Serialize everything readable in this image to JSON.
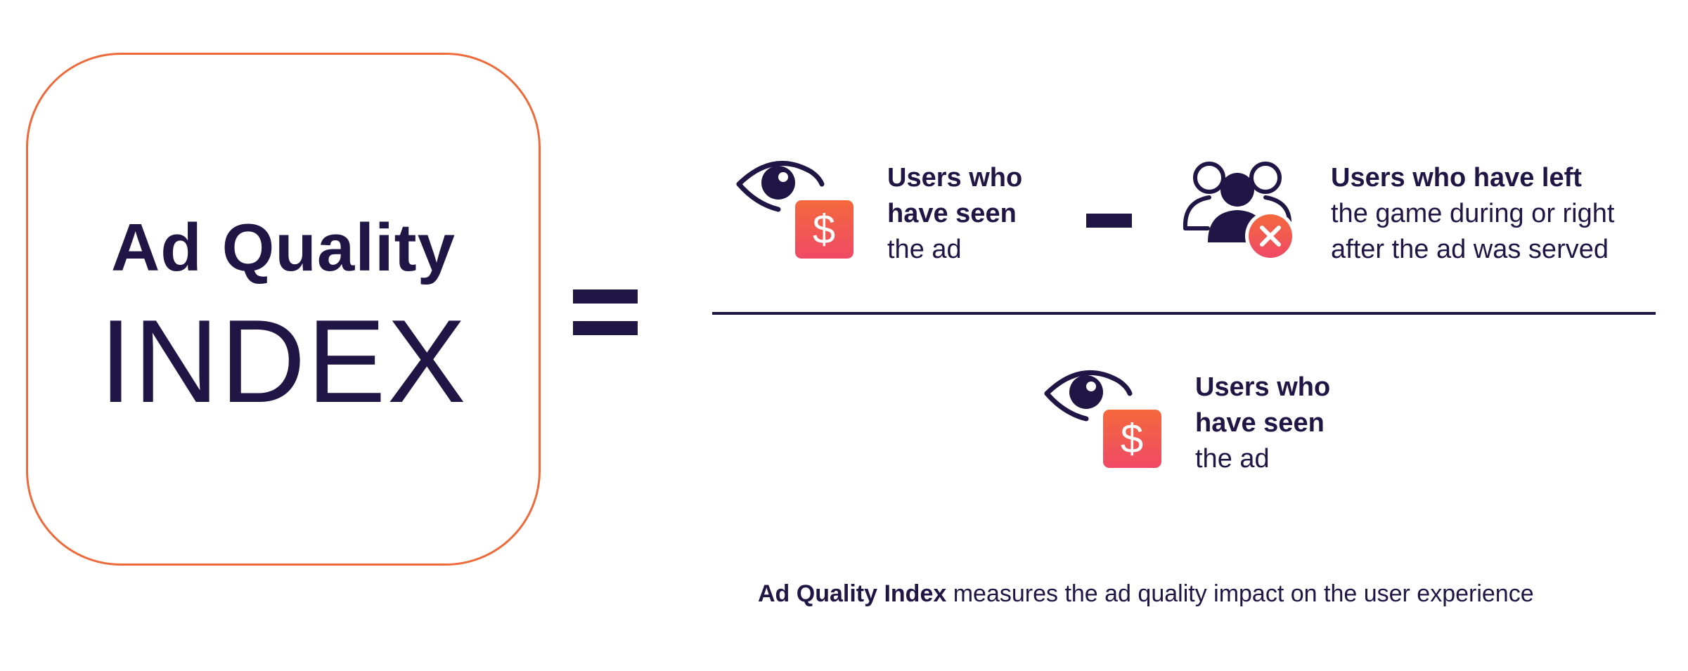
{
  "title": {
    "line1": "Ad Quality",
    "line2": "INDEX"
  },
  "numerator": {
    "term1": {
      "line1": "Users who",
      "line2": "have seen",
      "line3": "the ad",
      "icon": "eye-dollar-icon"
    },
    "term2": {
      "line1": "Users who have left",
      "line2": "the game during or right",
      "line3": "after the ad was served",
      "icon": "users-x-icon"
    }
  },
  "denominator": {
    "line1": "Users who",
    "line2": "have seen",
    "line3": "the ad",
    "icon": "eye-dollar-icon"
  },
  "caption": {
    "bold": "Ad Quality Index",
    "rest": " measures the ad quality impact on the user experience"
  },
  "colors": {
    "ink": "#1f1646",
    "accent": "#ee6a3a",
    "badge_top": "#f4683c",
    "badge_bottom": "#ef4a66"
  }
}
